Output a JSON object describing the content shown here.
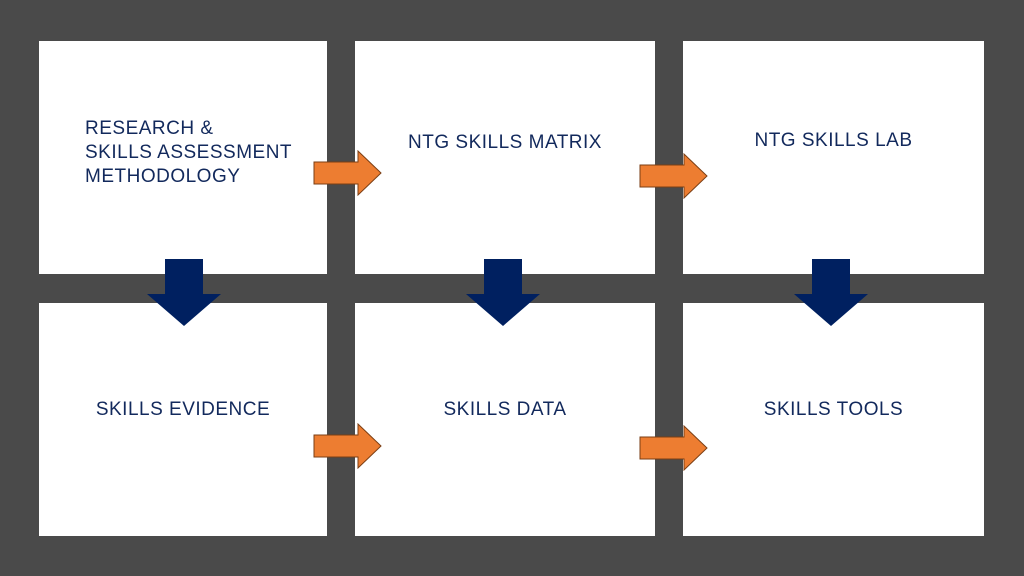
{
  "colors": {
    "background": "#4a4a4a",
    "box": "#ffffff",
    "text": "#12295c",
    "horizontal_arrow": "#ed7d31",
    "vertical_arrow": "#002060"
  },
  "boxes": [
    {
      "label": "RESEARCH &\nSKILLS ASSESSMENT\nMETHODOLOGY"
    },
    {
      "label": "NTG SKILLS MATRIX"
    },
    {
      "label": "NTG SKILLS LAB"
    },
    {
      "label": "SKILLS EVIDENCE"
    },
    {
      "label": "SKILLS DATA"
    },
    {
      "label": "SKILLS TOOLS"
    }
  ],
  "flows": {
    "horizontal": [
      {
        "from": "RESEARCH & SKILLS ASSESSMENT METHODOLOGY",
        "to": "NTG SKILLS MATRIX"
      },
      {
        "from": "NTG SKILLS MATRIX",
        "to": "NTG SKILLS LAB"
      },
      {
        "from": "SKILLS EVIDENCE",
        "to": "SKILLS DATA"
      },
      {
        "from": "SKILLS DATA",
        "to": "SKILLS TOOLS"
      }
    ],
    "vertical": [
      {
        "from": "RESEARCH & SKILLS ASSESSMENT METHODOLOGY",
        "to": "SKILLS EVIDENCE"
      },
      {
        "from": "NTG SKILLS MATRIX",
        "to": "SKILLS DATA"
      },
      {
        "from": "NTG SKILLS LAB",
        "to": "SKILLS TOOLS"
      }
    ]
  }
}
